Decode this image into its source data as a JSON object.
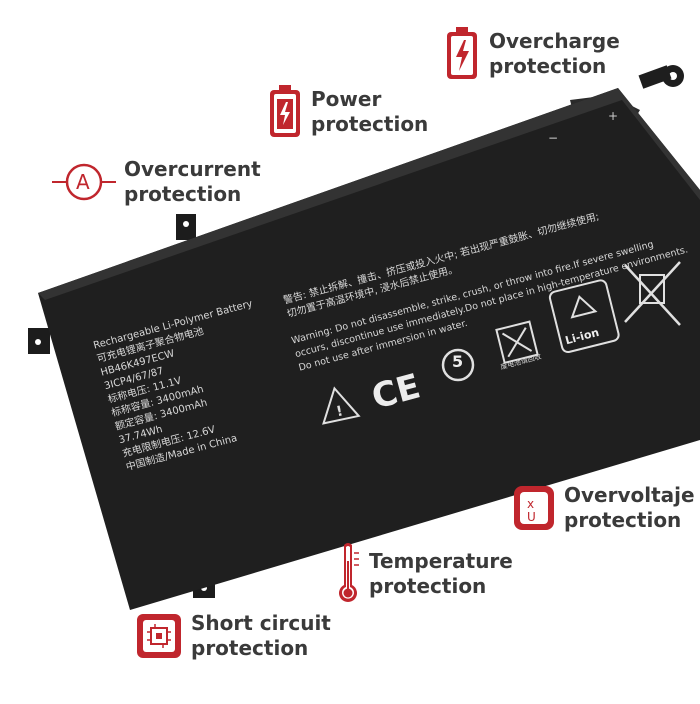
{
  "colors": {
    "accent": "#c0262d",
    "text": "#3a3a3a",
    "battery": "#1f1f1f"
  },
  "features": [
    {
      "id": "overcharge",
      "label": "Overcharge\nprotection",
      "icon": "battery-bolt-icon"
    },
    {
      "id": "power",
      "label": "Power\nprotection",
      "icon": "battery-power-icon"
    },
    {
      "id": "overcurrent",
      "label": "Overcurrent\nprotection",
      "icon": "ammeter-icon"
    },
    {
      "id": "overvoltage",
      "label": "Overvoltaje\nprotection",
      "icon": "voltmeter-icon"
    },
    {
      "id": "temperature",
      "label": "Temperature\nprotection",
      "icon": "thermometer-icon"
    },
    {
      "id": "short_circuit",
      "label": "Short circuit\nprotection",
      "icon": "chip-icon"
    }
  ],
  "battery_label": {
    "specs": "Rechargeable Li-Polymer Battery\n可充电锂离子聚合物电池\nHB46K497ECW\n3ICP4/67/87\n标称电压: 11.1V\n标称容量: 3400mAh\n额定容量: 3400mAh\n37.74Wh\n充电限制电压: 12.6V\n中国制造/Made in China",
    "warning_cn": "警告: 禁止拆解、撞击、挤压或投入火中; 若出现严重鼓胀、切勿继续使用;\n切勿置于高温环境中, 浸水后禁止使用。",
    "warning_en": "Warning: Do not disassemble, strike, crush, or throw into fire.If severe swelling\noccurs, discontinue use immediately.Do not place in high-temperature environments.\nDo not use after immersion in water.",
    "recycle_text": "废电池请回收",
    "liion": "Li-ion",
    "ce": "CE",
    "number_mark": "5"
  }
}
